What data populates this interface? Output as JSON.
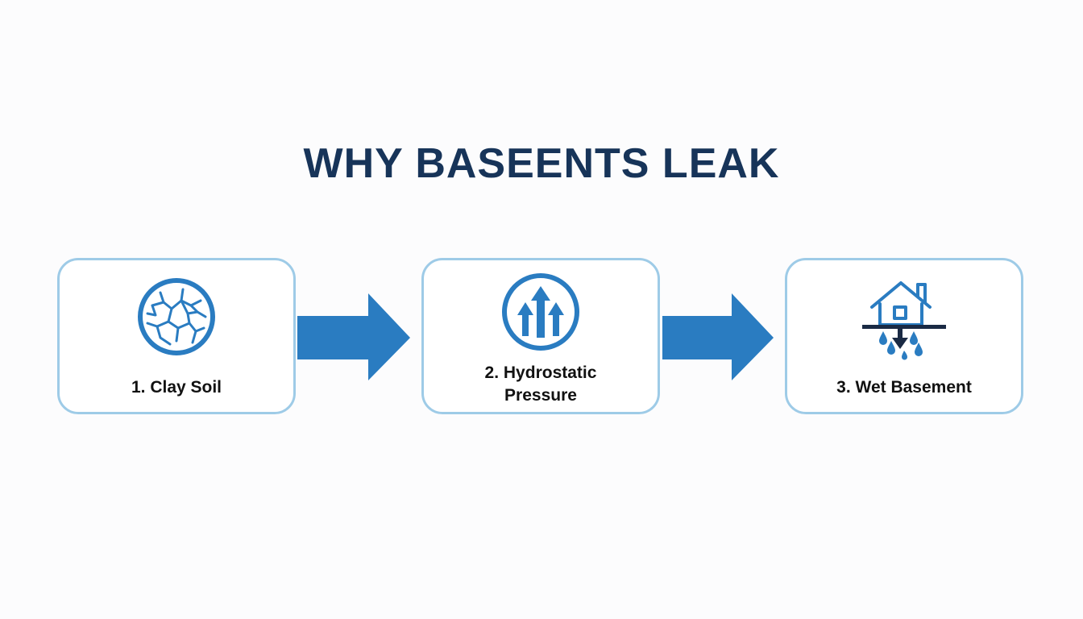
{
  "diagram": {
    "title": "WHY BASEENTS LEAK",
    "steps": [
      {
        "label": "1. Clay Soil",
        "icon": "cracked-soil-icon"
      },
      {
        "label": "2. Hydrostatic Pressure",
        "icon": "upward-pressure-arrows-icon"
      },
      {
        "label": "3. Wet Basement",
        "icon": "house-water-leak-icon"
      }
    ],
    "colors": {
      "title": "#173459",
      "accent": "#2a7cc1",
      "box_border": "#9ecbe7",
      "dark_navy": "#1a2a44",
      "label": "#111111"
    }
  }
}
